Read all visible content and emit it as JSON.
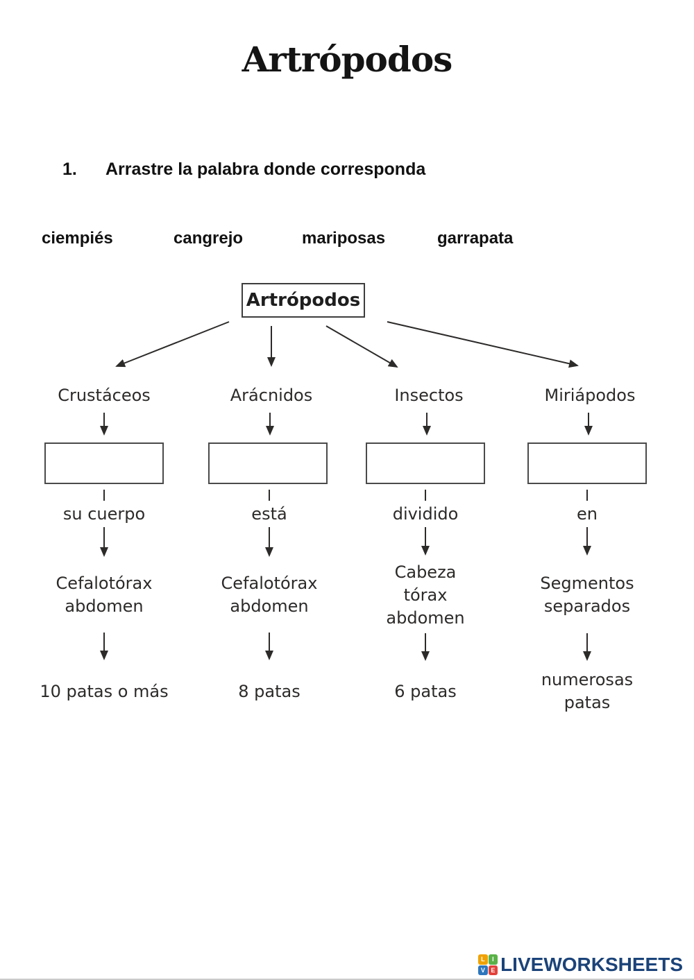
{
  "page": {
    "title": "Artrópodos",
    "instruction_number": "1.",
    "instruction_text": "Arrastre la palabra donde corresponda"
  },
  "word_bank": {
    "words": [
      "ciempiés",
      "cangrejo",
      "mariposas",
      "garrapata"
    ]
  },
  "diagram": {
    "root_label": "Artrópodos",
    "columns": [
      {
        "label": "Crustáceos",
        "phrase": "su cuerpo",
        "body": "Cefalotórax\nabdomen",
        "legs": "10 patas o más"
      },
      {
        "label": "Arácnidos",
        "phrase": "está",
        "body": "Cefalotórax\nabdomen",
        "legs": "8 patas"
      },
      {
        "label": "Insectos",
        "phrase": "dividido",
        "body": "Cabeza\ntórax\nabdomen",
        "legs": "6 patas"
      },
      {
        "label": "Miriápodos",
        "phrase": "en",
        "body": "Segmentos\nseparados",
        "legs": "numerosas\npatas"
      }
    ]
  },
  "footer": {
    "brand": "LIVEWORKSHEETS",
    "brand_color": "#1b4379",
    "brand_style": "color:#1b4379",
    "logo_tiles": [
      {
        "letter": "L",
        "color": "#f0a202",
        "style": "background:#f0a202"
      },
      {
        "letter": "I",
        "color": "#59b247",
        "style": "background:#59b247"
      },
      {
        "letter": "V",
        "color": "#2e76bc",
        "style": "background:#2e76bc"
      },
      {
        "letter": "E",
        "color": "#e2413b",
        "style": "background:#e2413b"
      }
    ]
  },
  "colors": {
    "ink": "#2d2b2a",
    "box_border": "#4a4a4a"
  }
}
